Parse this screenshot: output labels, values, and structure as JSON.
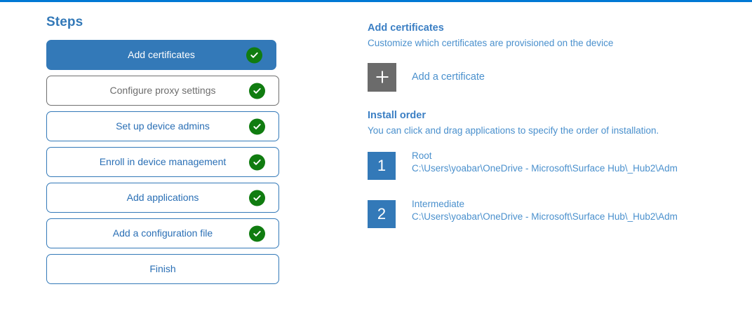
{
  "theme": {
    "accent_blue": "#3379b8",
    "link_blue": "#4a90cd",
    "heading_blue": "#3b7fc4",
    "success_green": "#107c10",
    "muted_gray": "#6d6d6d",
    "tile_gray": "#6b6b6b",
    "top_rule_blue": "#0078d4"
  },
  "steps_pane": {
    "title": "Steps",
    "items": [
      {
        "label": "Add certificates",
        "state": "active",
        "completed": true,
        "icon": "check-circle-icon"
      },
      {
        "label": "Configure proxy settings",
        "state": "muted",
        "completed": true,
        "icon": "check-circle-icon"
      },
      {
        "label": "Set up device admins",
        "state": "default",
        "completed": true,
        "icon": "check-circle-icon"
      },
      {
        "label": "Enroll in device management",
        "state": "default",
        "completed": true,
        "icon": "check-circle-icon"
      },
      {
        "label": "Add applications",
        "state": "default",
        "completed": true,
        "icon": "check-circle-icon"
      },
      {
        "label": "Add a configuration file",
        "state": "default",
        "completed": true,
        "icon": "check-circle-icon"
      },
      {
        "label": "Finish",
        "state": "default",
        "completed": false,
        "icon": ""
      }
    ]
  },
  "detail_pane": {
    "certificates": {
      "title": "Add certificates",
      "subtitle": "Customize which certificates are provisioned on the device",
      "add_button": {
        "label": "Add a certificate",
        "icon": "plus-icon"
      }
    },
    "install_order": {
      "title": "Install order",
      "subtitle": "You can click and drag applications to specify the order of installation.",
      "items": [
        {
          "number": "1",
          "name": "Root",
          "path": "C:\\Users\\yoabar\\OneDrive - Microsoft\\Surface Hub\\_Hub2\\Adm"
        },
        {
          "number": "2",
          "name": "Intermediate",
          "path": "C:\\Users\\yoabar\\OneDrive - Microsoft\\Surface Hub\\_Hub2\\Adm"
        }
      ]
    }
  }
}
